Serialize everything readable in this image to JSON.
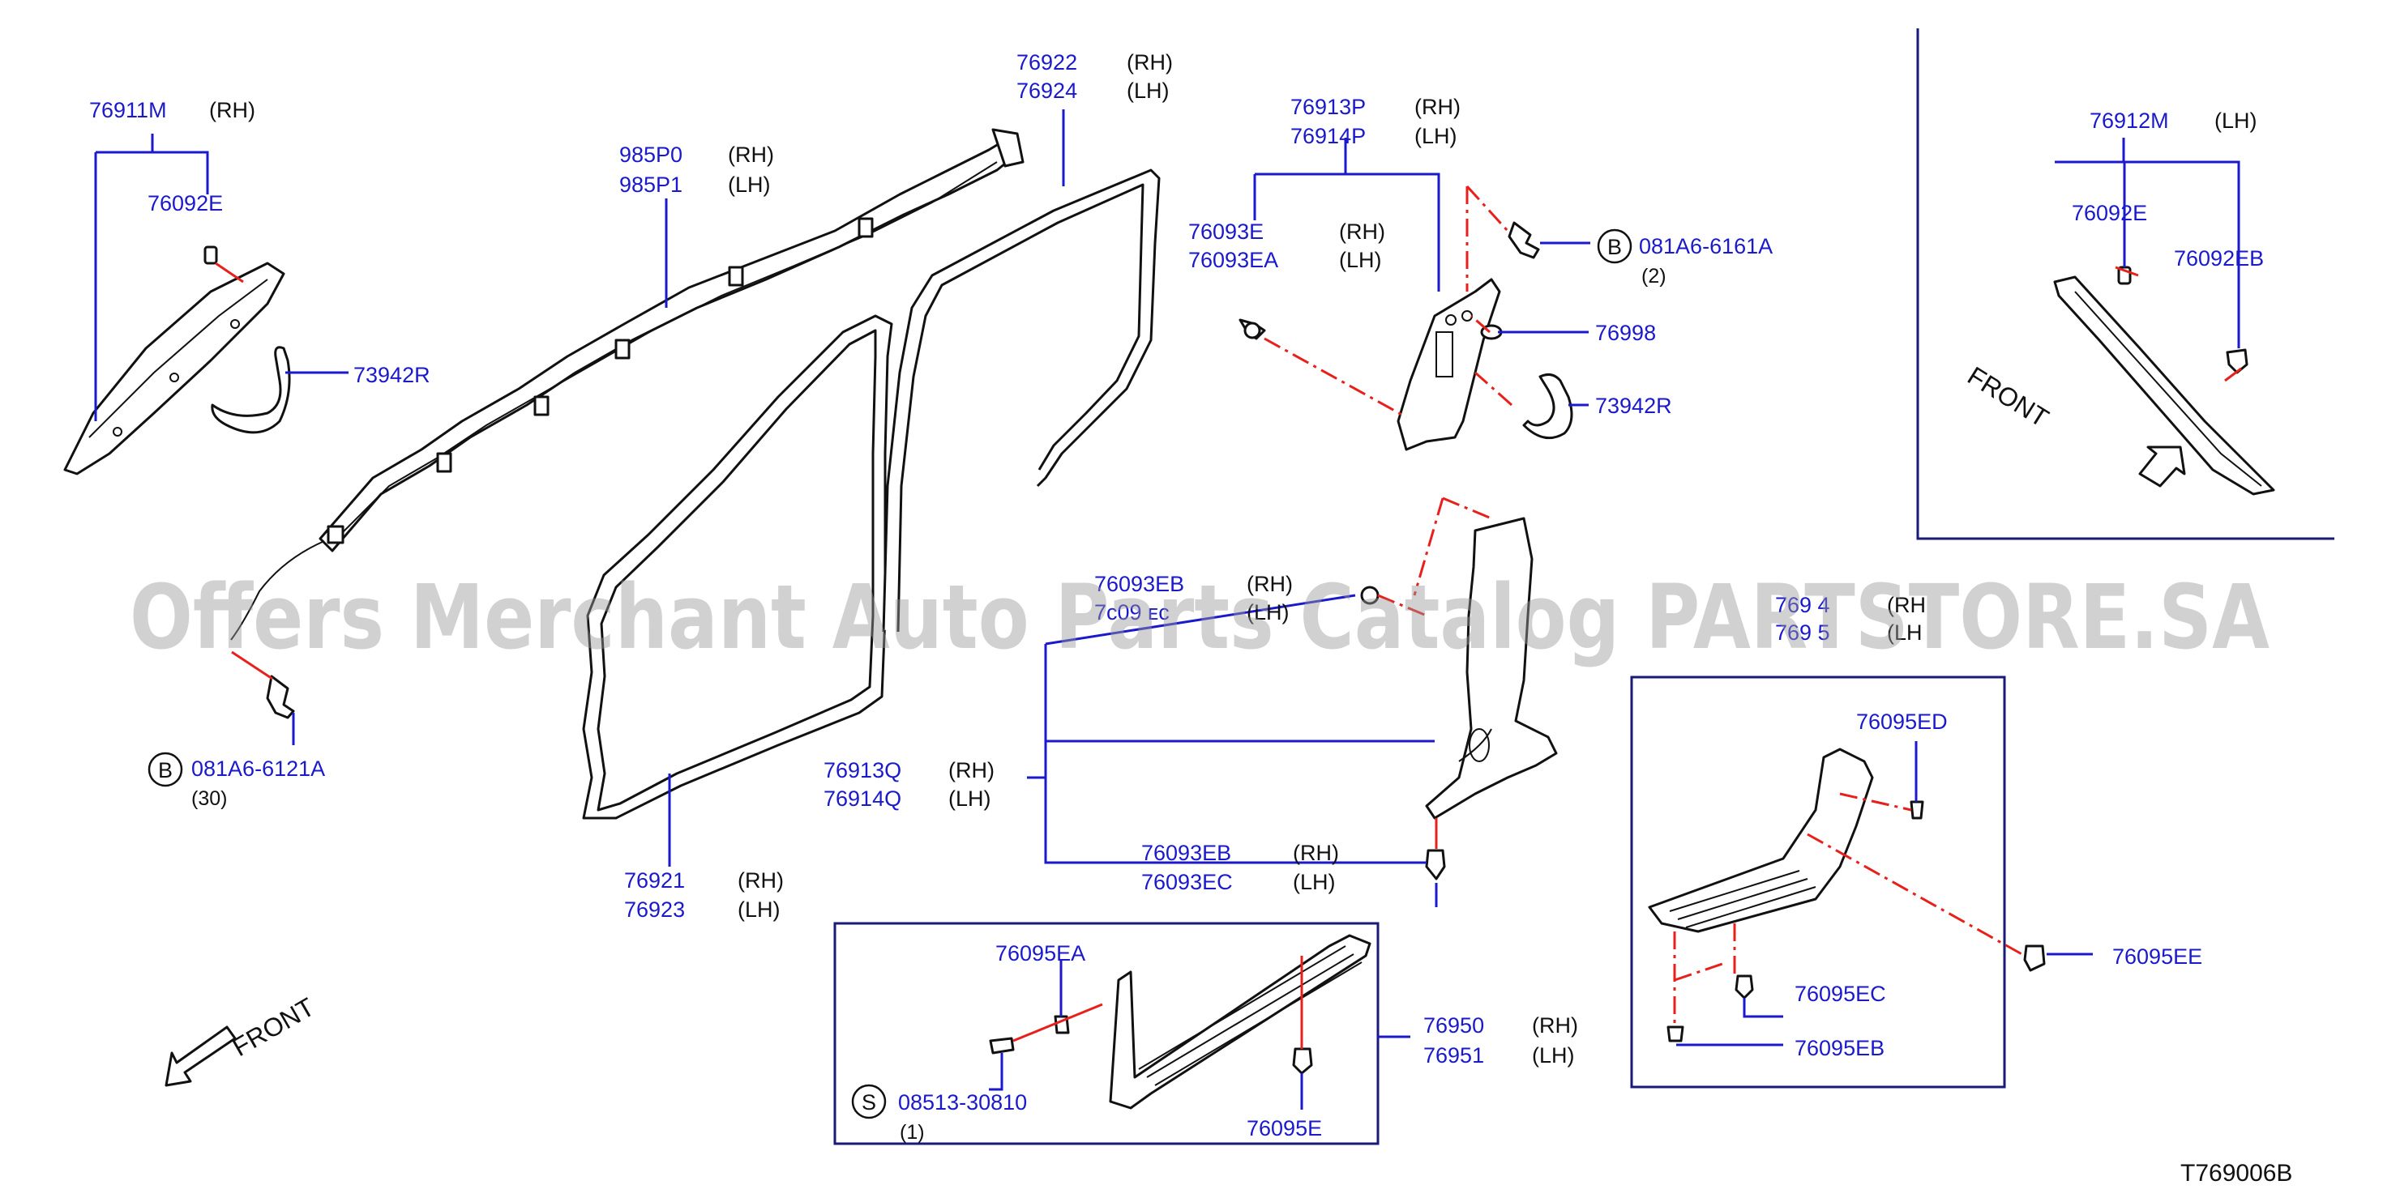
{
  "labels": {
    "l76911M": "76911M",
    "l76911M_side": "(RH)",
    "l76092E_a": "76092E",
    "l73942R_a": "73942R",
    "l985P0": "985P0",
    "l985P0_side": "(RH)",
    "l985P1": "985P1",
    "l985P1_side": "(LH)",
    "l76922": "76922",
    "l76922_side": "(RH)",
    "l76924": "76924",
    "l76924_side": "(LH)",
    "l76913P": "76913P",
    "l76913P_side": "(RH)",
    "l76914P": "76914P",
    "l76914P_side": "(LH)",
    "l76093E": "76093E",
    "l76093E_side": "(RH)",
    "l76093EA": "76093EA",
    "l76093EA_side": "(LH)",
    "l081A6_6161A": "081A6-6161A",
    "q081A6_6161A": "(2)",
    "l76998": "76998",
    "l73942R_b": "73942R",
    "l76912M": "76912M",
    "l76912M_side": "(LH)",
    "l76092E_b": "76092E",
    "l76092EB": "76092EB",
    "l081A6_6121A": "081A6-6121A",
    "q081A6_6121A": "(30)",
    "l76093EB_top": "76093EB",
    "l76093EB_top_side": "(RH)",
    "l76093EC_top_partial": "7ᴄ09 ᴇᴄ",
    "l76093EC_top_side": "(LH)",
    "l76913Q": "76913Q",
    "l76913Q_side": "(RH)",
    "l76914Q": "76914Q",
    "l76914Q_side": "(LH)",
    "l76093EB_bot": "76093EB",
    "l76093EB_bot_side": "(RH)",
    "l76093EC_bot": "76093EC",
    "l76093EC_bot_side": "(LH)",
    "l76921": "76921",
    "l76921_side": "(RH)",
    "l76923": "76923",
    "l76923_side": "(LH)",
    "l769x4_partial": "769  4",
    "l769x4_side": "(RH",
    "l769x5_partial": "769  5",
    "l769x5_side": "(LH",
    "l76095ED": "76095ED",
    "l76095EE": "76095EE",
    "l76095EC": "76095EC",
    "l76095EB": "76095EB",
    "l76095EA": "76095EA",
    "l08513_30810": "08513-30810",
    "q08513_30810": "(1)",
    "l76095E": "76095E",
    "l76950": "76950",
    "l76950_side": "(RH)",
    "l76951": "76951",
    "l76951_side": "(LH)"
  },
  "markers": {
    "bolt_b": "B",
    "screw_s": "S"
  },
  "front_labels": {
    "main": "FRONT",
    "inset": "FRONT"
  },
  "diagram_code": "T769006B",
  "watermark": "Offers Merchant Auto Parts Catalog PARTSTORE.SA",
  "colors": {
    "part_number": "#1a1acc",
    "dash_line": "#e8201c",
    "inset_box": "#1a1a7a"
  }
}
